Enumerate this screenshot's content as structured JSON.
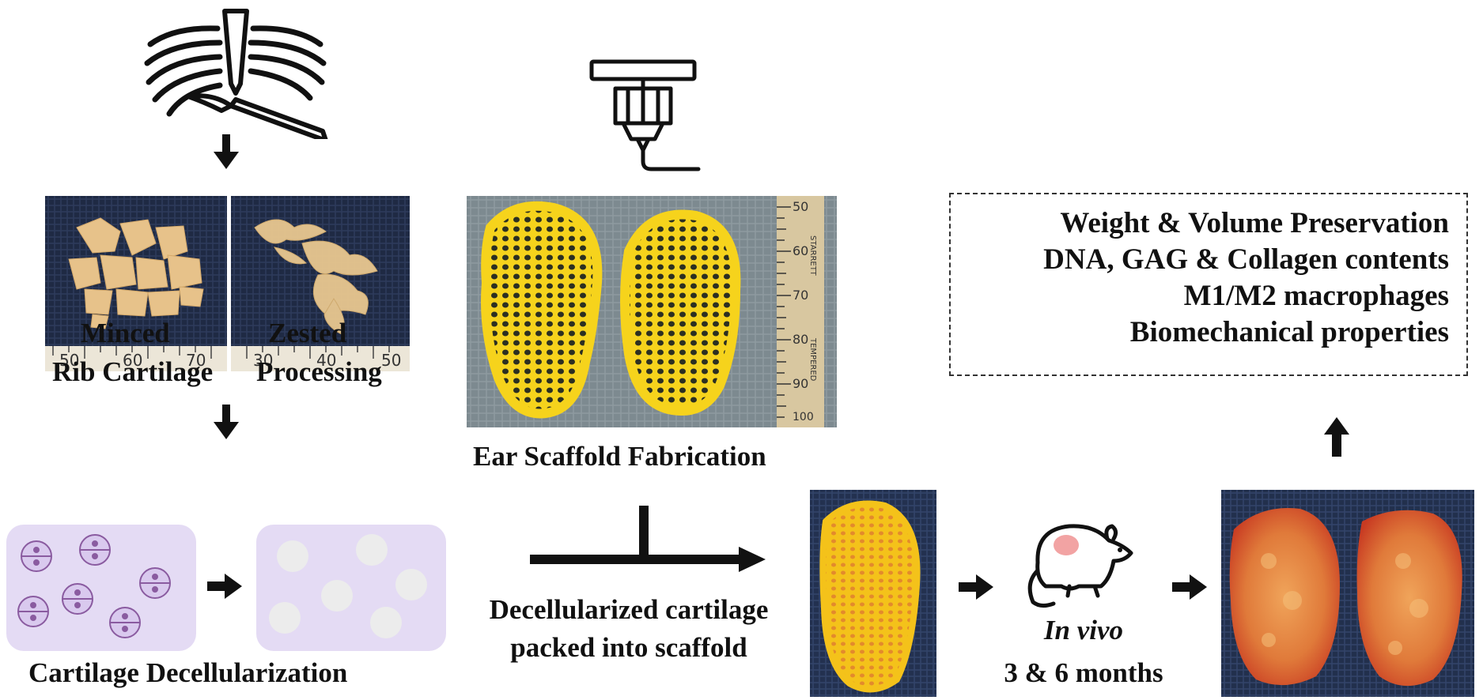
{
  "processing": {
    "minced_label": "Minced",
    "zested_label": "Zested",
    "rib_label": "Rib Cartilage",
    "processing_label": "Processing",
    "minced_ruler": [
      "50",
      "60",
      "70"
    ],
    "zested_ruler": [
      "30",
      "40",
      "50"
    ]
  },
  "scaffold": {
    "label": "Ear Scaffold Fabrication",
    "ruler": [
      "50",
      "60",
      "70",
      "80",
      "90",
      "100"
    ],
    "ruler_words": [
      "STARRETT",
      "TEMPERED"
    ]
  },
  "decell": {
    "label": "Cartilage Decellularization"
  },
  "packing": {
    "line1": "Decellularized cartilage",
    "line2": "packed into scaffold"
  },
  "in_vivo": {
    "label": "In vivo",
    "duration": "3 & 6 months"
  },
  "outcomes": {
    "items": [
      "Weight & Volume Preservation",
      "DNA, GAG & Collagen contents",
      "M1/M2 macrophages",
      "Biomechanical properties"
    ]
  },
  "colors": {
    "cartilage": "#e7c28a",
    "scaffold_yellow": "#f6d31c",
    "cell_box": "#e4dbf4",
    "cell_purple": "#8a5ba0",
    "explant_red": "#d9552a",
    "fabric_blue": "#1f2a44"
  }
}
